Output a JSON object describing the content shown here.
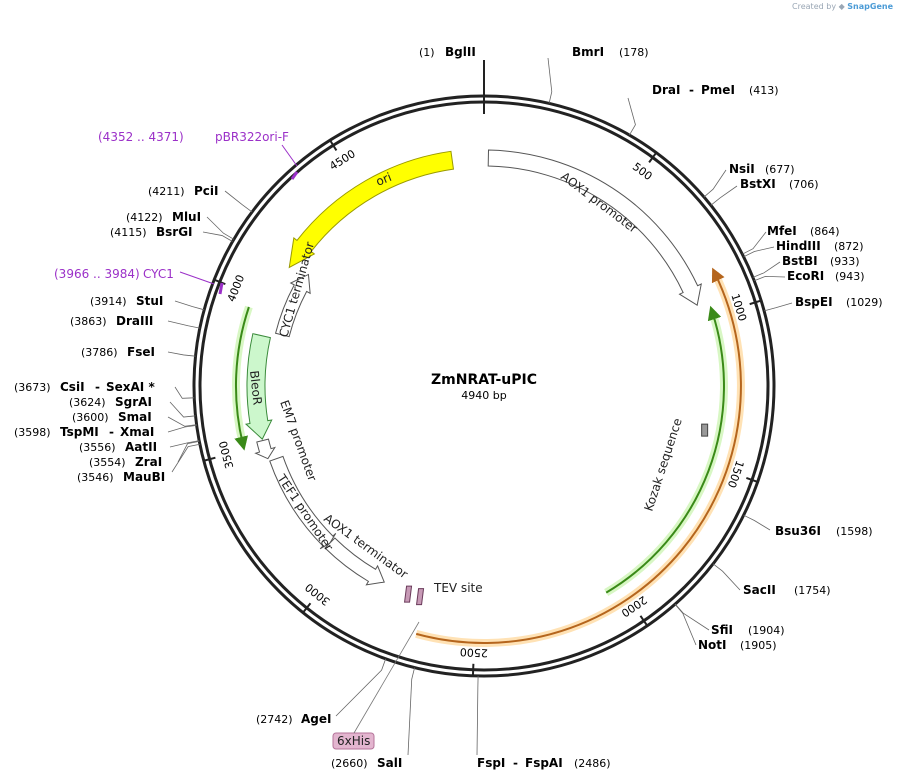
{
  "credit": {
    "prefix": "Created by",
    "brand": "SnapGene"
  },
  "plasmid": {
    "name": "ZmNRAT-uPIC",
    "length_label": "4940 bp",
    "length": 4940
  },
  "ticks": [
    "500",
    "1000",
    "1500",
    "2000",
    "2500",
    "3000",
    "3500",
    "4000",
    "4500"
  ],
  "features": {
    "ori": "ori",
    "aox1_promoter": "AOX1 promoter",
    "cyc1_terminator": "CYC1 terminator",
    "bleor": "BleoR",
    "em7_promoter": "EM7 promoter",
    "tef1_promoter": "TEF1 promoter",
    "aox1_terminator": "AOX1 terminator",
    "tev_site": "TEV site",
    "kozak": "Kozak sequence",
    "his_tag": "6xHis"
  },
  "primers": [
    {
      "range": "(4352 .. 4371)",
      "name": "pBR322ori-F"
    },
    {
      "range": "(3966 .. 3984)",
      "name": "CYC1"
    }
  ],
  "sites": [
    {
      "name": "BglII",
      "pos": "(1)"
    },
    {
      "name": "BmrI",
      "pos": "(178)"
    },
    {
      "name": "DraI",
      "name2": "PmeI",
      "pos": "(413)"
    },
    {
      "name": "NsiI",
      "pos": "(677)"
    },
    {
      "name": "BstXI",
      "pos": "(706)"
    },
    {
      "name": "MfeI",
      "pos": "(864)"
    },
    {
      "name": "HindIII",
      "pos": "(872)"
    },
    {
      "name": "BstBI",
      "pos": "(933)"
    },
    {
      "name": "EcoRI",
      "pos": "(943)"
    },
    {
      "name": "BspEI",
      "pos": "(1029)"
    },
    {
      "name": "Bsu36I",
      "pos": "(1598)"
    },
    {
      "name": "SacII",
      "pos": "(1754)"
    },
    {
      "name": "SfiI",
      "pos": "(1904)"
    },
    {
      "name": "NotI",
      "pos": "(1905)"
    },
    {
      "name": "FspI",
      "name2": "FspAI",
      "pos": "(2486)"
    },
    {
      "name": "SalI",
      "pos": "(2660)"
    },
    {
      "name": "AgeI",
      "pos": "(2742)"
    },
    {
      "name": "MauBI",
      "pos": "(3546)"
    },
    {
      "name": "ZraI",
      "pos": "(3554)"
    },
    {
      "name": "AatII",
      "pos": "(3556)"
    },
    {
      "name": "TspMI",
      "name2": "XmaI",
      "pos": "(3598)"
    },
    {
      "name": "SmaI",
      "pos": "(3600)"
    },
    {
      "name": "SgrAI",
      "pos": "(3624)"
    },
    {
      "name": "CsiI",
      "name2": "SexAI *",
      "pos": "(3673)"
    },
    {
      "name": "FseI",
      "pos": "(3786)"
    },
    {
      "name": "DraIII",
      "pos": "(3863)"
    },
    {
      "name": "StuI",
      "pos": "(3914)"
    },
    {
      "name": "BsrGI",
      "pos": "(4115)"
    },
    {
      "name": "MluI",
      "pos": "(4122)"
    },
    {
      "name": "PciI",
      "pos": "(4211)"
    }
  ]
}
